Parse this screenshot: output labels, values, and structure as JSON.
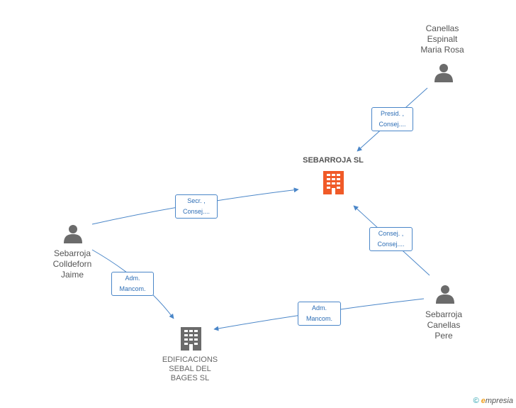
{
  "nodes": {
    "canellas": {
      "label": "Canellas\nEspinalt\nMaria Rosa"
    },
    "sebarroja_sl": {
      "label": "SEBARROJA SL"
    },
    "colldeforn": {
      "label": "Sebarroja\nColldeforn\nJaime"
    },
    "pere": {
      "label": "Sebarroja\nCanellas\nPere"
    },
    "edificacions": {
      "label": "EDIFICACIONS\nSEBAL DEL\nBAGES SL"
    }
  },
  "edges": {
    "canellas_to_sl": {
      "line1": "Presid. ,",
      "line2": "Consej...."
    },
    "colldeforn_to_sl": {
      "line1": "Secr. ,",
      "line2": "Consej...."
    },
    "pere_to_sl": {
      "line1": "Consej. ,",
      "line2": "Consej...."
    },
    "colldeforn_to_edif": {
      "line1": "Adm.",
      "line2": "Mancom."
    },
    "pere_to_edif": {
      "line1": "Adm.",
      "line2": "Mancom."
    }
  },
  "colors": {
    "edge": "#4a86c8",
    "person_icon": "#6b6b6b",
    "company_icon": "#6b6b6b",
    "focus_company_icon": "#f05a28"
  },
  "watermark": {
    "copyright": "©",
    "brand_initial": "e",
    "brand_rest": "mpresia"
  }
}
